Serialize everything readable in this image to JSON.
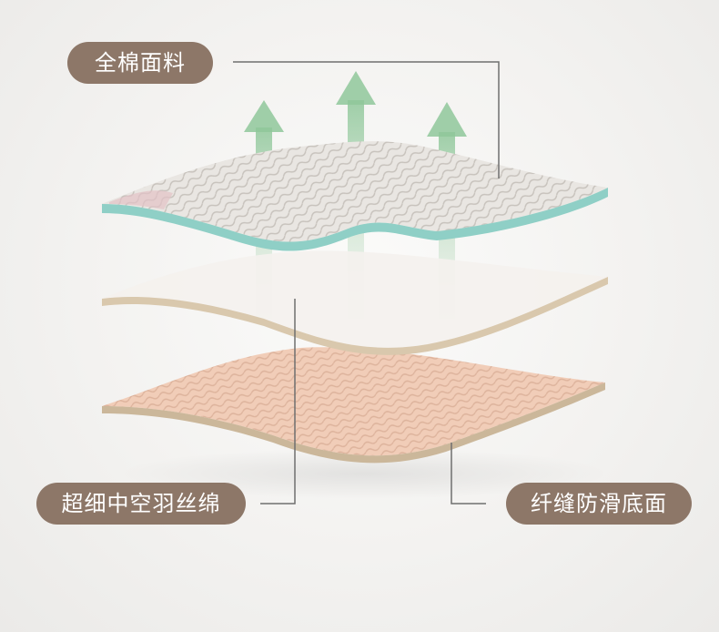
{
  "labels": {
    "top_layer": "全棉面料",
    "middle_layer": "超细中空羽丝绵",
    "bottom_layer": "纤缝防滑底面"
  }
}
